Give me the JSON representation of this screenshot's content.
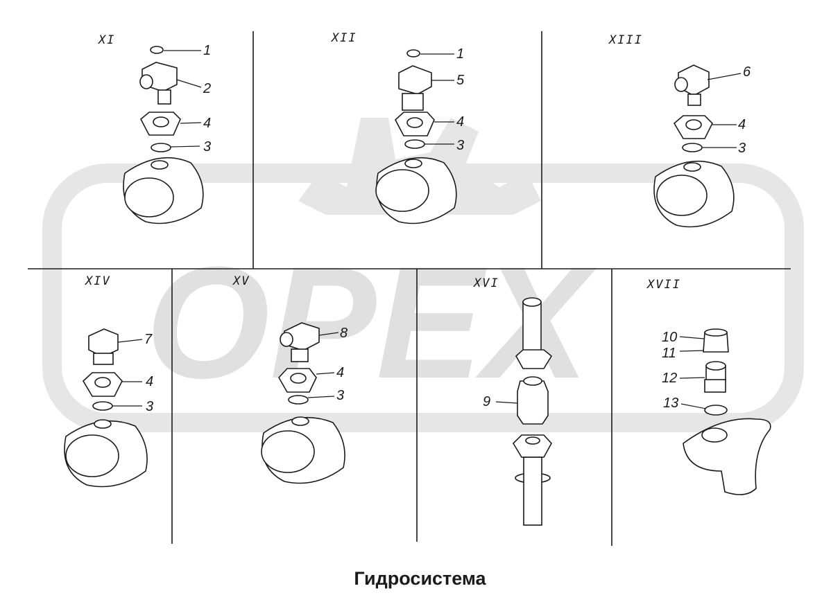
{
  "title": "Гидросистема",
  "watermark": "ОРЕХ",
  "panels": [
    {
      "id": "XI",
      "labels": [
        "1",
        "2",
        "4",
        "3"
      ]
    },
    {
      "id": "XII",
      "labels": [
        "1",
        "5",
        "4",
        "3"
      ]
    },
    {
      "id": "XIII",
      "labels": [
        "6",
        "4",
        "3"
      ]
    },
    {
      "id": "XIV",
      "labels": [
        "7",
        "4",
        "3"
      ]
    },
    {
      "id": "XV",
      "labels": [
        "8",
        "4",
        "3"
      ]
    },
    {
      "id": "XVI",
      "labels": [
        "9"
      ]
    },
    {
      "id": "XVII",
      "labels": [
        "10",
        "11",
        "12",
        "13"
      ]
    }
  ]
}
